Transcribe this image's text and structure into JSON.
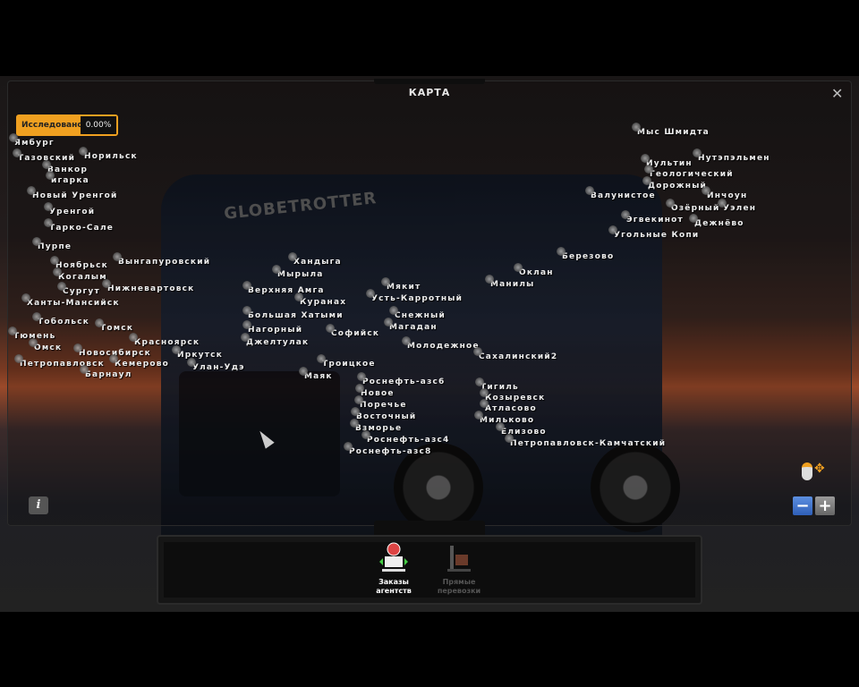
{
  "window": {
    "title": "КАРТА",
    "close_icon": "close-icon"
  },
  "explored": {
    "label": "Исследовано",
    "value": "0.00%",
    "accent": "#f0a020"
  },
  "truck_brand": "GLOBETROTTER",
  "map": {
    "cities": [
      "Ямбург",
      "Тазовский",
      "Норильск",
      "Ванкор",
      "игарка",
      "Новый Уренгой",
      "Уренгой",
      "Тарко-Сале",
      "Пурпе",
      "Ноябрьск",
      "Вынгапуровский",
      "Когалым",
      "Сургут",
      "Нижневартовск",
      "Ханты-Мансийск",
      "Тобольск",
      "Томск",
      "Тюмень",
      "Омск",
      "Красноярск",
      "Новосибирск",
      "Петропавловск",
      "Кемерово",
      "Барнаул",
      "Иркутск",
      "Улан-Удэ",
      "Мыс Шмидта",
      "Иультин",
      "Нутэпэльмен",
      "Геологический",
      "Дорожный",
      "Валунистое",
      "Инчоун",
      "Озёрный",
      "Уэлен",
      "Эгвекинот",
      "Дежнёво",
      "Угольные Копи",
      "Березово",
      "Оклан",
      "Манилы",
      "Хандыга",
      "Верхняя Амга",
      "Мырыла",
      "Куранах",
      "Большая Хатыми",
      "Нагорный",
      "Джелтулак",
      "Снежный",
      "Магадан",
      "Усть-Карротный",
      "Молодежное",
      "Сахалинский2",
      "Роснефть-азс6",
      "Новое",
      "Поречье",
      "Восточный",
      "Взморье",
      "Роснефть-азс4",
      "Роснефть-азс8",
      "Тигиль",
      "Козыревск",
      "Атласово",
      "Мильково",
      "Елизово",
      "Петропавловск-Камчатский",
      "Софийск",
      "Троицкое",
      "Маяк",
      "Мякит"
    ]
  },
  "modes": [
    {
      "label_1": "Заказы",
      "label_2": "агентств",
      "active": true
    },
    {
      "label_1": "Прямые",
      "label_2": "перевозки",
      "active": false
    }
  ],
  "controls": {
    "info": "i",
    "zoom_out": "−",
    "zoom_in": "+"
  }
}
